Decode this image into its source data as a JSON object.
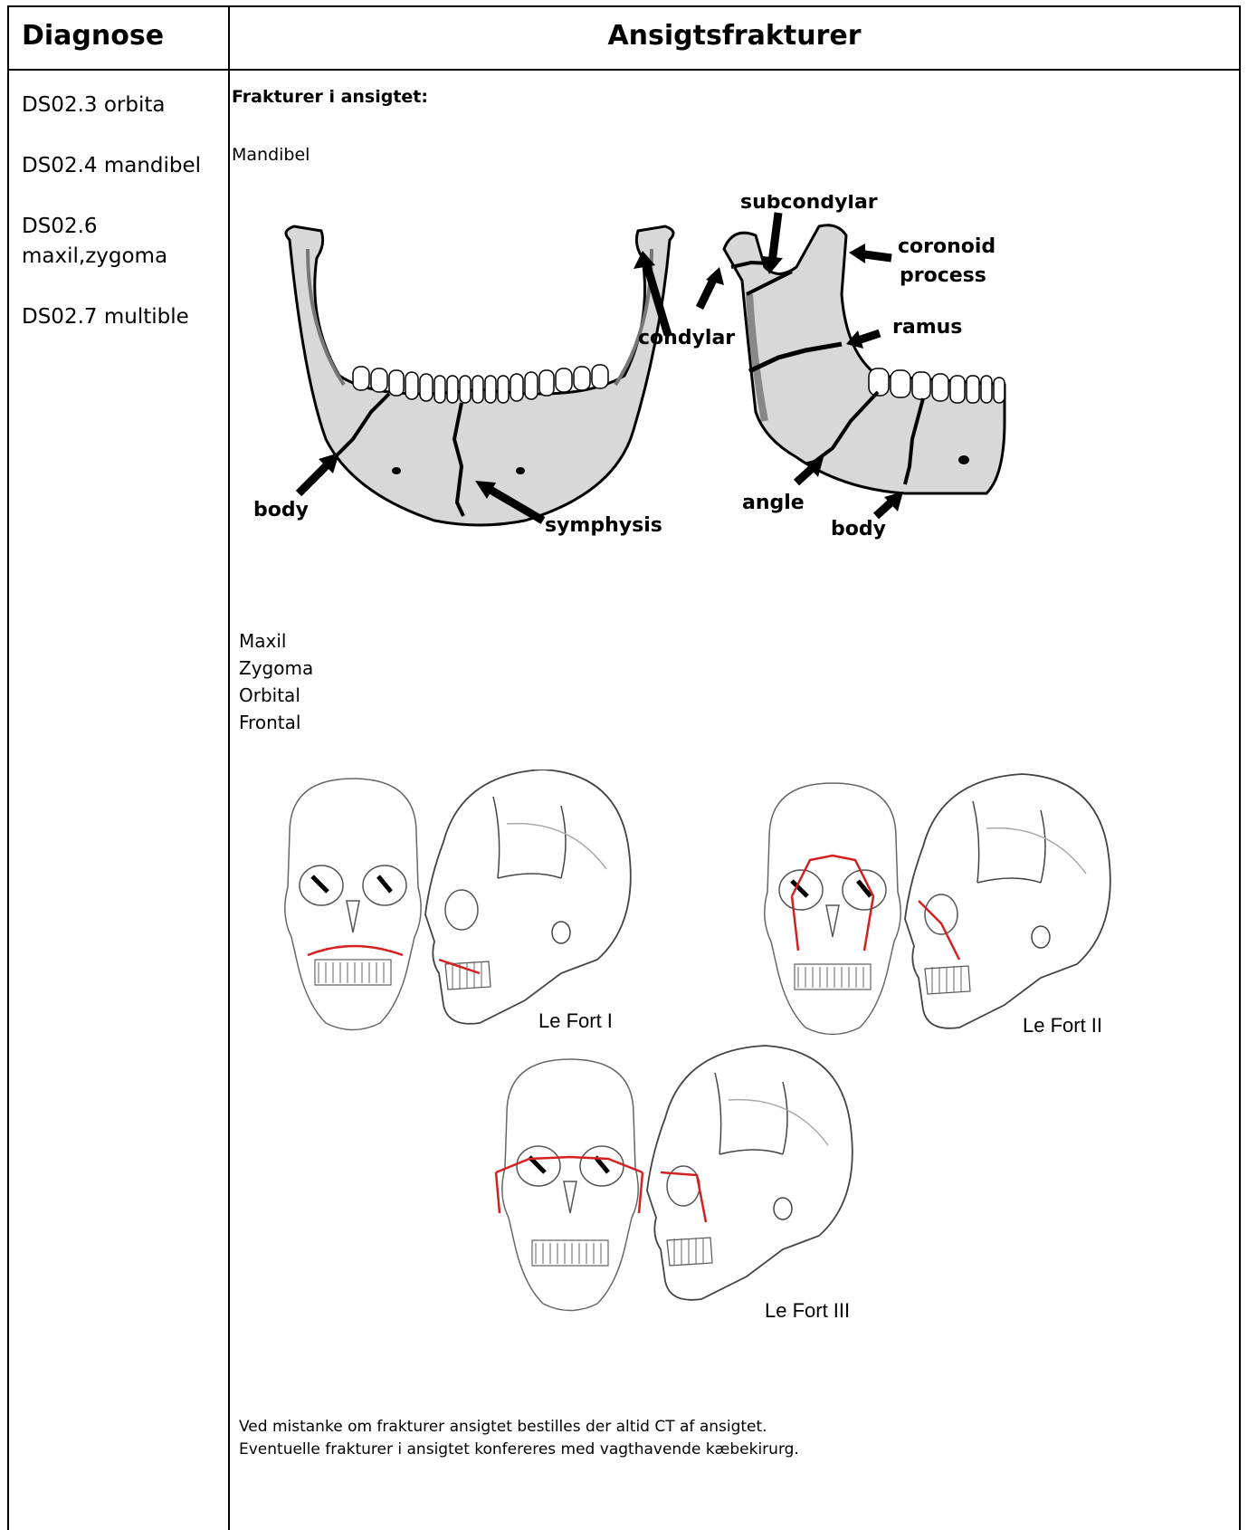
{
  "table": {
    "header_left": "Diagnose",
    "header_right": "Ansigtsfrakturer"
  },
  "diagnoses": [
    "DS02.3 orbita",
    "DS02.4 mandibel",
    "DS02.6 maxil,zygoma",
    "DS02.7 multible"
  ],
  "content": {
    "heading": "Frakturer i ansigtet:",
    "mandible_label": "Mandibel",
    "mandible_figure_labels": {
      "subcondylar": "subcondylar",
      "coronoid": "coronoid",
      "process": "process",
      "condylar": "condylar",
      "ramus": "ramus",
      "body_left": "body",
      "symphysis": "symphysis",
      "angle": "angle",
      "body_right": "body"
    },
    "midface_list": [
      "Maxil",
      "Zygoma",
      "Orbital",
      "Frontal"
    ],
    "lefort_labels": {
      "one": "Le Fort I",
      "two": "Le Fort II",
      "three": "Le Fort III"
    },
    "note_lines": [
      "Ved mistanke om frakturer ansigtet  bestilles der altid CT af ansigtet.",
      "Eventuelle frakturer i ansigtet konfereres med vagthavende kæbekirurg."
    ],
    "colors": {
      "fracture_line": "#d42020",
      "bone_fill": "#d8d8d8"
    }
  }
}
